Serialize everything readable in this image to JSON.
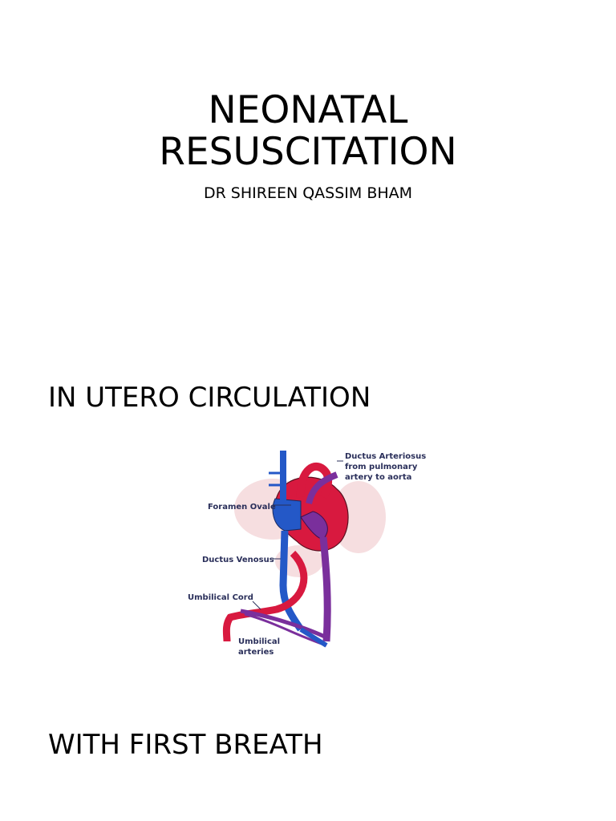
{
  "slide1": {
    "title_line1": "NEONATAL",
    "title_line2": "RESUSCITATION",
    "author": "DR SHIREEN QASSIM BHAM"
  },
  "slide2": {
    "heading": "IN UTERO CIRCULATION",
    "diagram_labels": {
      "ductus_arteriosus_1": "Ductus Arteriosus",
      "ductus_arteriosus_2": "from pulmonary",
      "ductus_arteriosus_3": "artery to aorta",
      "foramen_ovale": "Foramen Ovale",
      "ductus_venosus": "Ductus Venosus",
      "umbilical_cord": "Umbilical Cord",
      "umbilical_arteries_1": "Umbilical",
      "umbilical_arteries_2": "arteries"
    },
    "colors": {
      "oxygenated": "#d8193f",
      "deoxygenated": "#2458c7",
      "mixed": "#7a2f9c",
      "lung": "#f6d4d6"
    }
  },
  "slide3": {
    "heading": "WITH FIRST BREATH"
  }
}
